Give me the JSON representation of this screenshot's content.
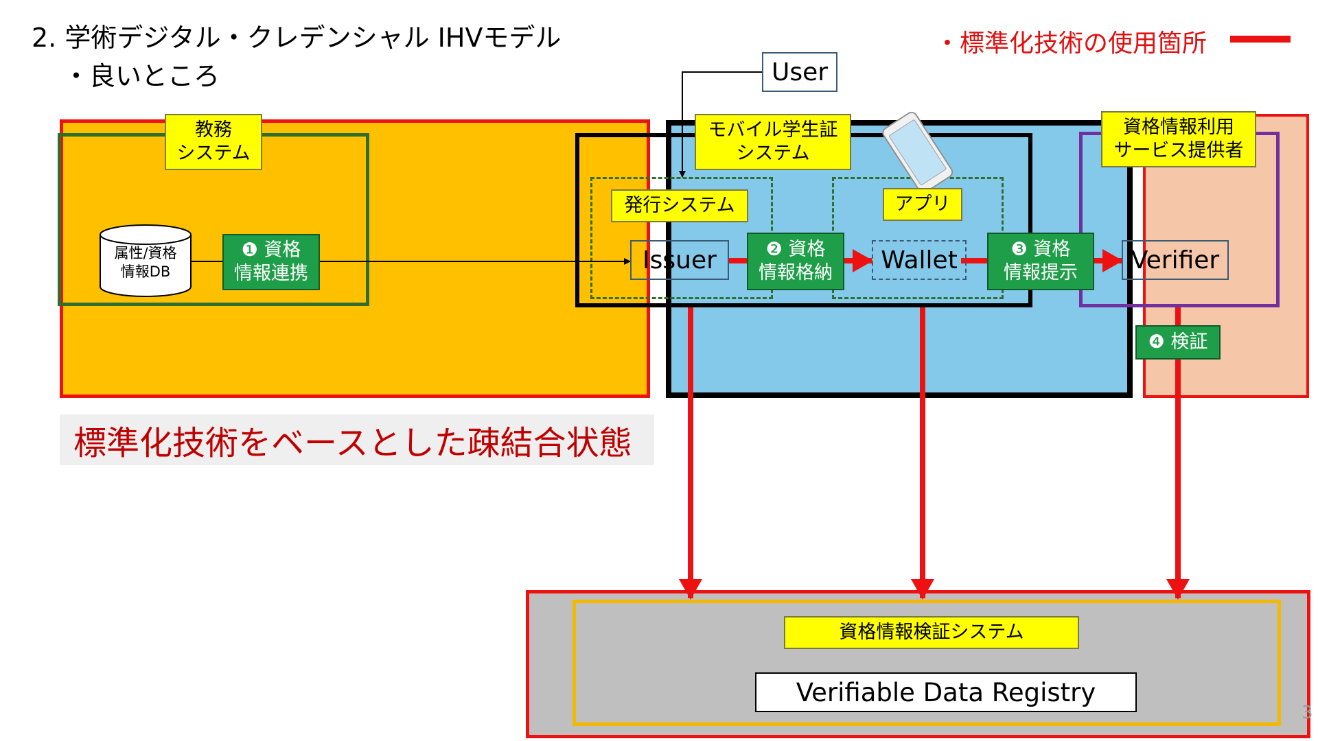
{
  "header": {
    "title": "2. 学術デジタル・クレデンシャル IHVモデル",
    "subtitle": "・良いところ",
    "legend_label": "・標準化技術の使用箇所",
    "legend_color": "#ee1111"
  },
  "diagram": {
    "academic_system": "教務\nシステム",
    "db_label": "属性/資格\n情報DB",
    "step1": "❶ 資格\n情報連携",
    "user": "User",
    "mobile_system": "モバイル学生証\nシステム",
    "issuing_system": "発行システム",
    "app": "アプリ",
    "issuer": "Issuer",
    "step2": "❷ 資格\n情報格納",
    "wallet": "Wallet",
    "step3": "❸ 資格\n情報提示",
    "service_provider": "資格情報利用\nサービス提供者",
    "verifier": "Verifier",
    "step4": "❹ 検証",
    "verification_system": "資格情報検証システム",
    "registry": "Verifiable Data Registry",
    "banner": "標準化技術をベースとした疎結合状態"
  },
  "colors": {
    "orange_region": "#ffc000",
    "blue_region": "#85c9ea",
    "salmon_region": "#f5c6a8",
    "registry_region": "#bfbfbf",
    "label_yellow": "#ffff00",
    "step_green": "#1e9e48"
  },
  "page_number": "3"
}
